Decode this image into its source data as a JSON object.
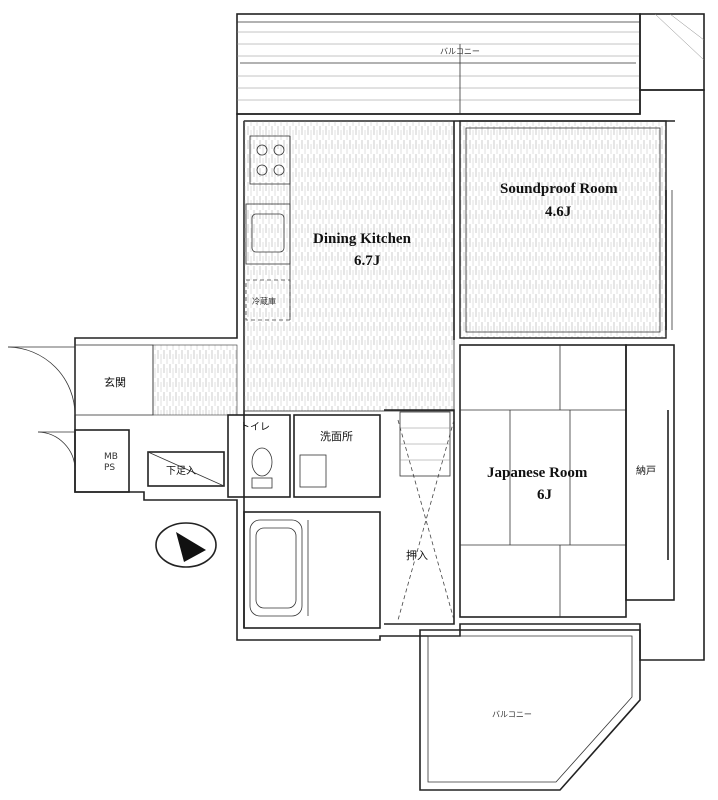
{
  "rooms": {
    "dining_kitchen": {
      "name": "Dining Kitchen",
      "size": "6.7J"
    },
    "soundproof_room": {
      "name": "Soundproof Room",
      "size": "4.6J"
    },
    "japanese_room": {
      "name": "Japanese Room",
      "size": "6J"
    }
  },
  "labels": {
    "balcony_top": "バルコニー",
    "balcony_bottom": "バルコニー",
    "entrance": "玄関",
    "mb_ps_1": "MB",
    "mb_ps_2": "PS",
    "shoe_storage": "下足入",
    "toilet": "トイレ",
    "washroom": "洗面所",
    "closet": "押入",
    "storage": "納戸",
    "fridge": "冷蔵庫"
  },
  "colors": {
    "line": "#222222",
    "hatch": "#888888",
    "background": "#ffffff"
  }
}
